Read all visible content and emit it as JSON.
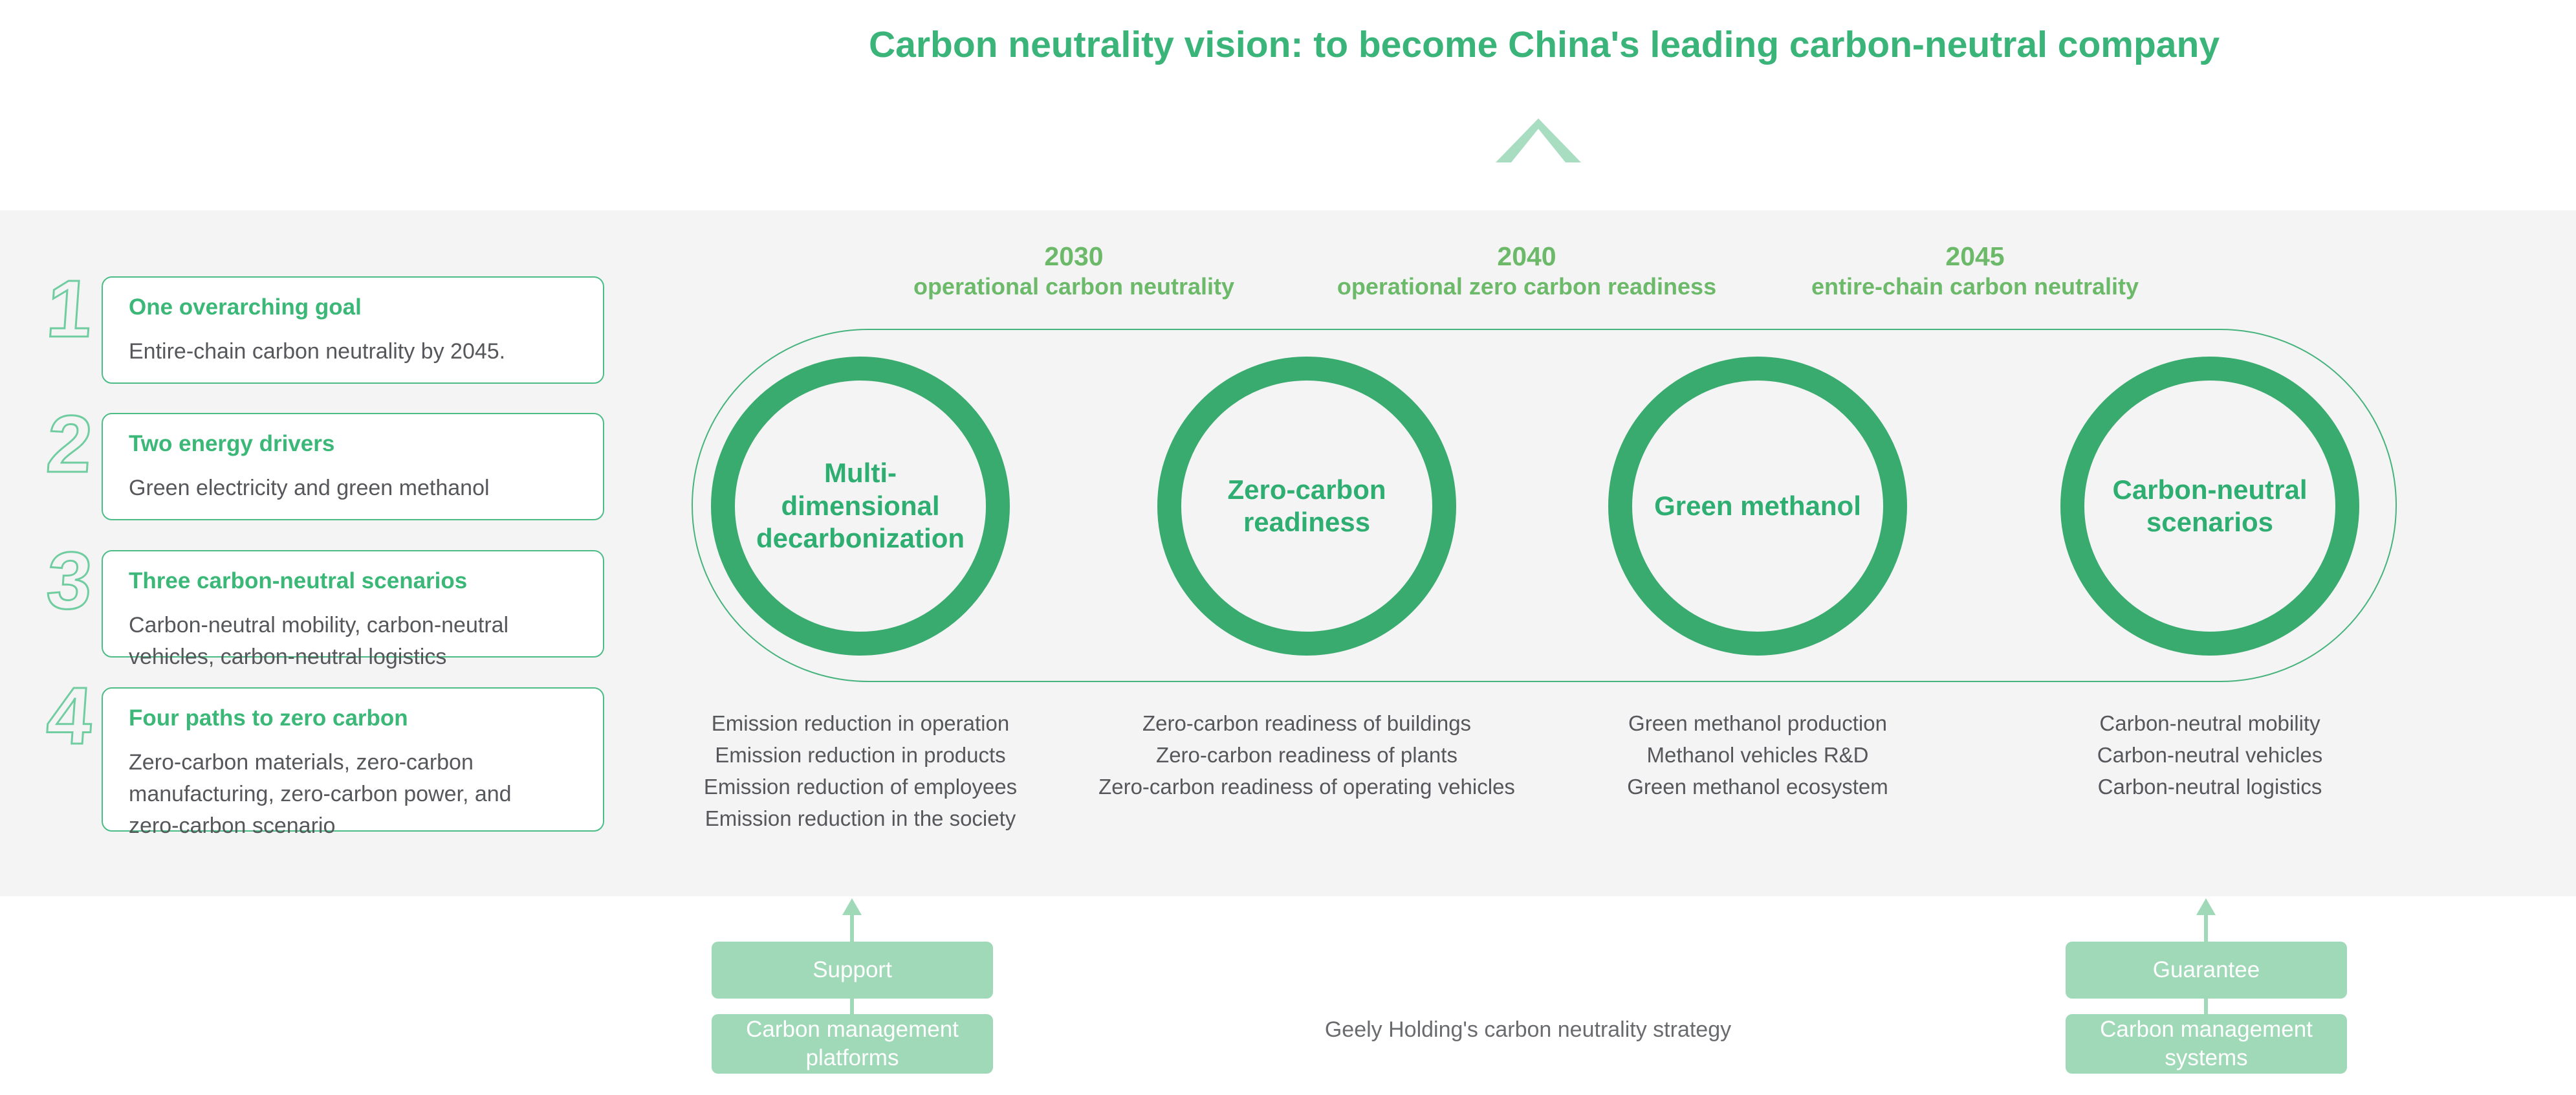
{
  "colors": {
    "emerald": "#3bb47a",
    "ring_green": "#39ab6f",
    "header_green": "#6cb96a",
    "light_green": "#9fd9b7",
    "chevron_green": "#a8ddc1",
    "band_gray": "#f4f4f5",
    "text_dark": "#56575b",
    "caption_gray": "#6a6b6e"
  },
  "header": {
    "title": "Carbon neutrality vision: to become China's leading carbon-neutral company"
  },
  "goals": [
    {
      "num": "1",
      "title": "One overarching goal",
      "body": "Entire-chain carbon neutrality by 2045."
    },
    {
      "num": "2",
      "title": "Two energy drivers",
      "body": "Green electricity and green methanol"
    },
    {
      "num": "3",
      "title": "Three carbon-neutral scenarios",
      "body": "Carbon-neutral mobility, carbon-neutral vehicles, carbon-neutral logistics"
    },
    {
      "num": "4",
      "title": "Four paths to zero carbon",
      "body": "Zero-carbon materials, zero-carbon manufacturing, zero-carbon power, and zero-carbon scenario"
    }
  ],
  "milestones": [
    {
      "year": "2030",
      "label": "operational carbon neutrality"
    },
    {
      "year": "2040",
      "label": "operational zero carbon readiness"
    },
    {
      "year": "2045",
      "label": "entire-chain carbon neutrality"
    }
  ],
  "pillars": [
    {
      "label": "Multi-\ndimensional\ndecarbonization",
      "items": [
        "Emission reduction in operation",
        "Emission reduction in products",
        "Emission reduction of employees",
        "Emission reduction in the society"
      ]
    },
    {
      "label": "Zero-carbon\nreadiness",
      "items": [
        "Zero-carbon readiness of buildings",
        "Zero-carbon readiness of plants",
        "Zero-carbon readiness of operating vehicles"
      ]
    },
    {
      "label": "Green methanol",
      "items": [
        "Green methanol production",
        "Methanol vehicles R&D",
        "Green methanol ecosystem"
      ]
    },
    {
      "label": "Carbon-neutral\nscenarios",
      "items": [
        "Carbon-neutral mobility",
        "Carbon-neutral vehicles",
        "Carbon-neutral logistics"
      ]
    }
  ],
  "support": {
    "arrow_label": "Support",
    "box_label": "Carbon management platforms"
  },
  "guarantee": {
    "arrow_label": "Guarantee",
    "box_label": "Carbon management systems"
  },
  "caption": "Geely Holding's carbon neutrality strategy"
}
